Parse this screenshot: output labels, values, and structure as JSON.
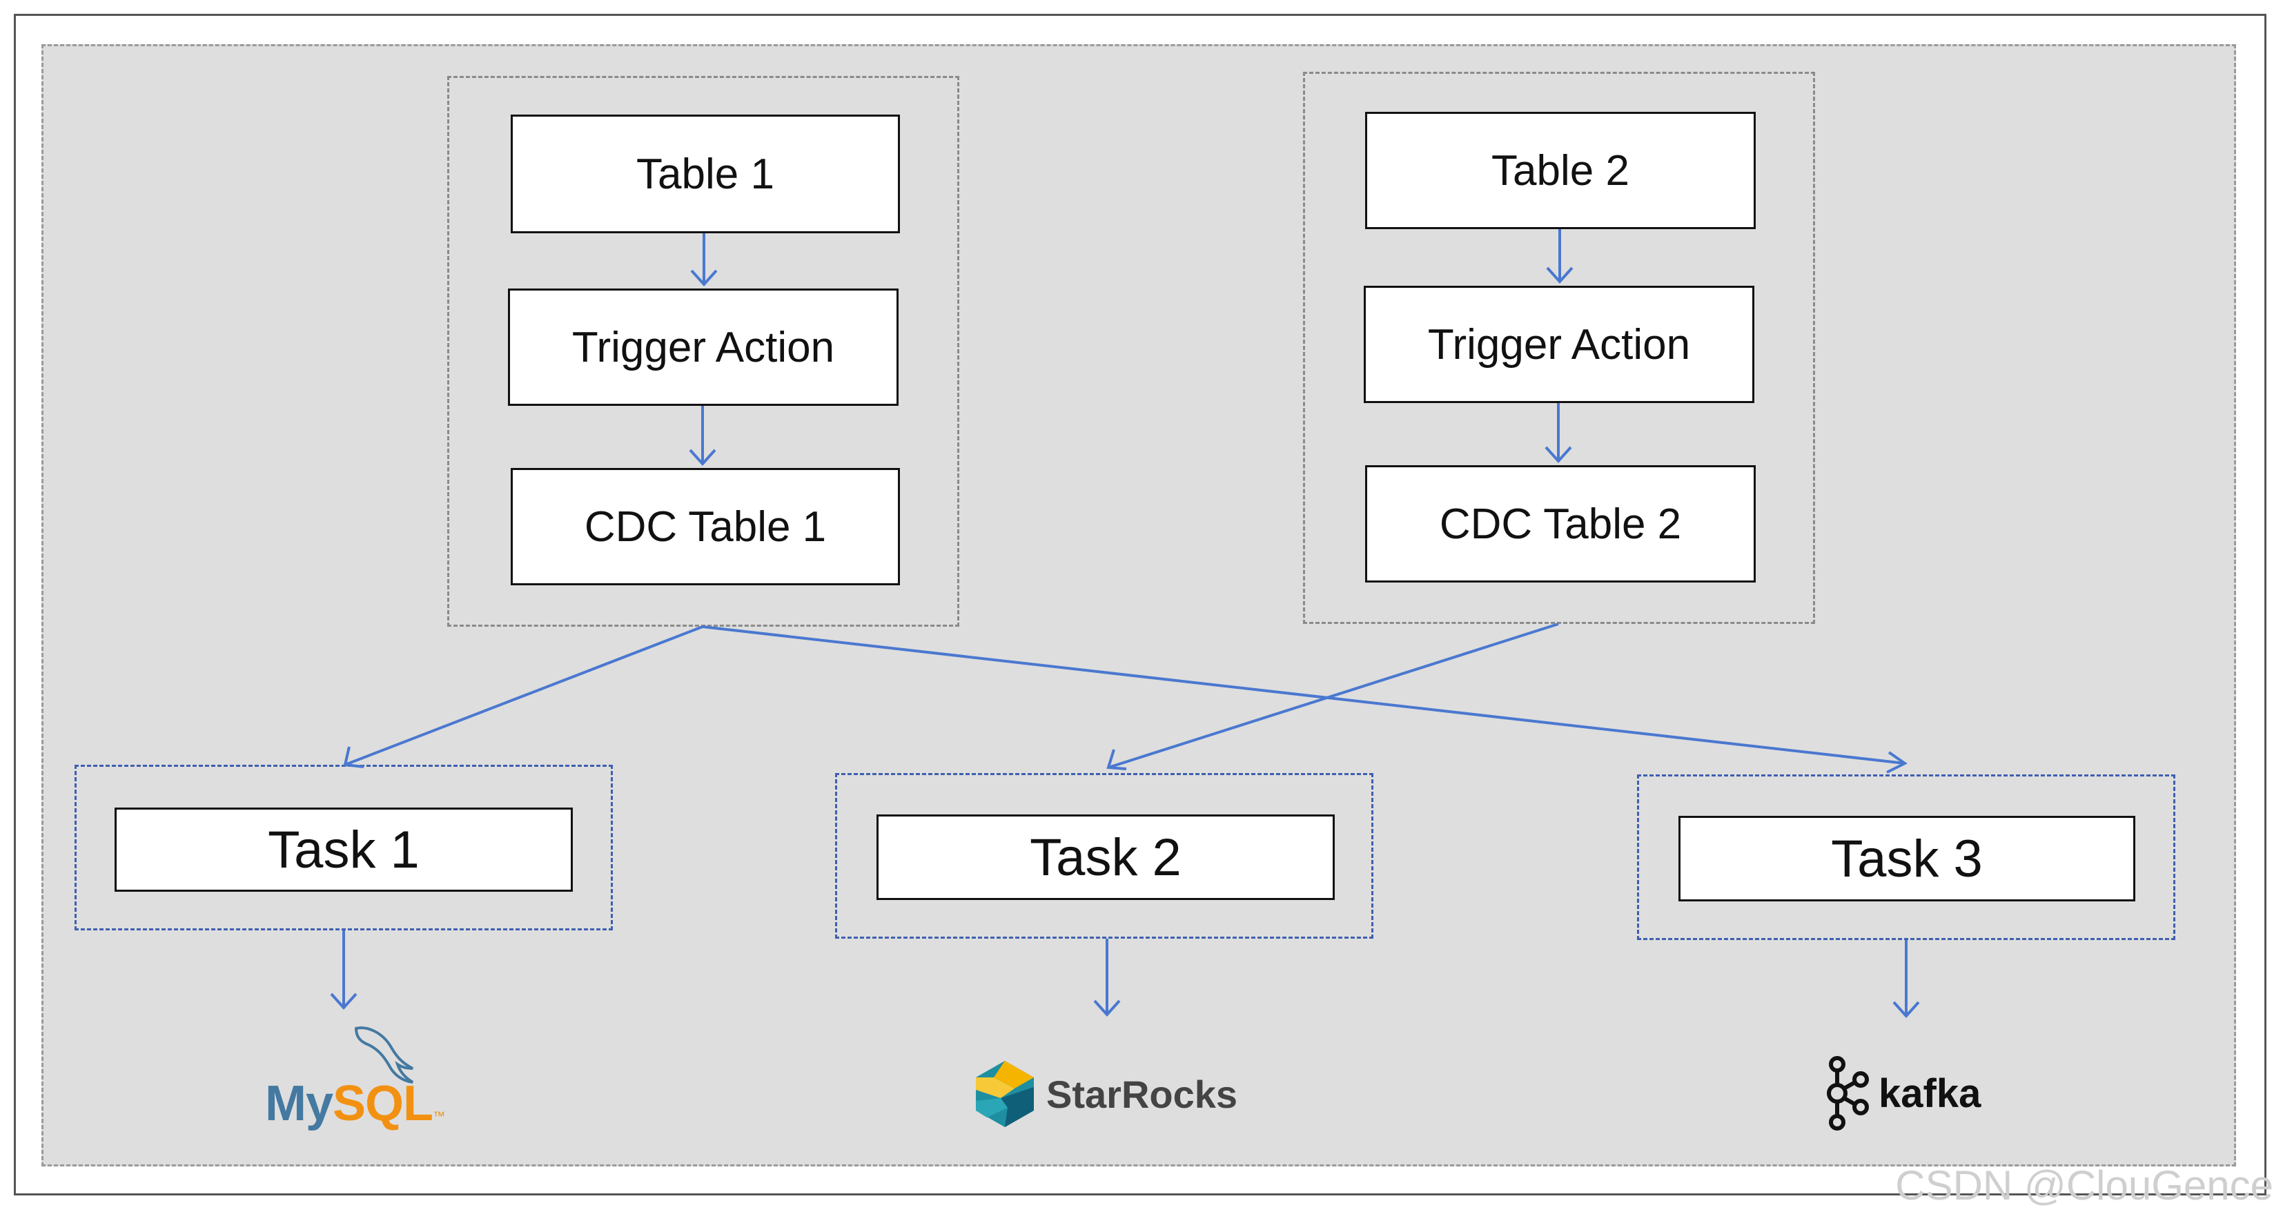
{
  "groups": [
    {
      "table": "Table 1",
      "trigger": "Trigger Action",
      "cdc": "CDC Table 1"
    },
    {
      "table": "Table 2",
      "trigger": "Trigger Action",
      "cdc": "CDC Table 2"
    }
  ],
  "tasks": [
    "Task 1",
    "Task 2",
    "Task 3"
  ],
  "targets": {
    "mysql": {
      "part1": "My",
      "part2": "SQL",
      "tm": "™",
      "icon": "dolphin-icon"
    },
    "starrocks": {
      "label": "StarRocks",
      "icon": "starrocks-icon"
    },
    "kafka": {
      "label": "kafka",
      "icon": "kafka-icon"
    }
  },
  "colors": {
    "arrow": "#4a78d0",
    "mysql_blue": "#4479a1",
    "mysql_orange": "#f29111",
    "canvas": "#dedede"
  },
  "watermark": "CSDN @ClouGence"
}
